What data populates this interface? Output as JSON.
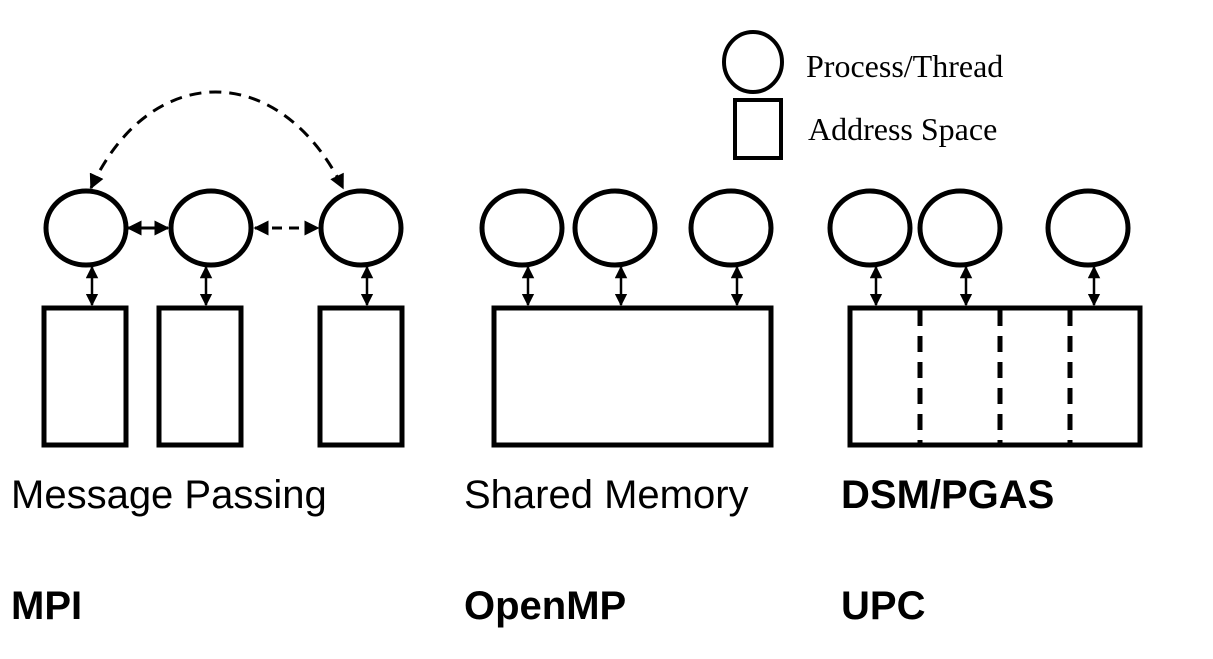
{
  "legend": {
    "process_label": "Process/Thread",
    "address_space_label": "Address Space"
  },
  "models": [
    {
      "name": "Message Passing",
      "implementation": "MPI"
    },
    {
      "name": "Shared Memory",
      "implementation": "OpenMP"
    },
    {
      "name": "DSM/PGAS",
      "implementation": "UPC"
    }
  ],
  "colors": {
    "stroke": "#000000",
    "background": "#ffffff"
  }
}
